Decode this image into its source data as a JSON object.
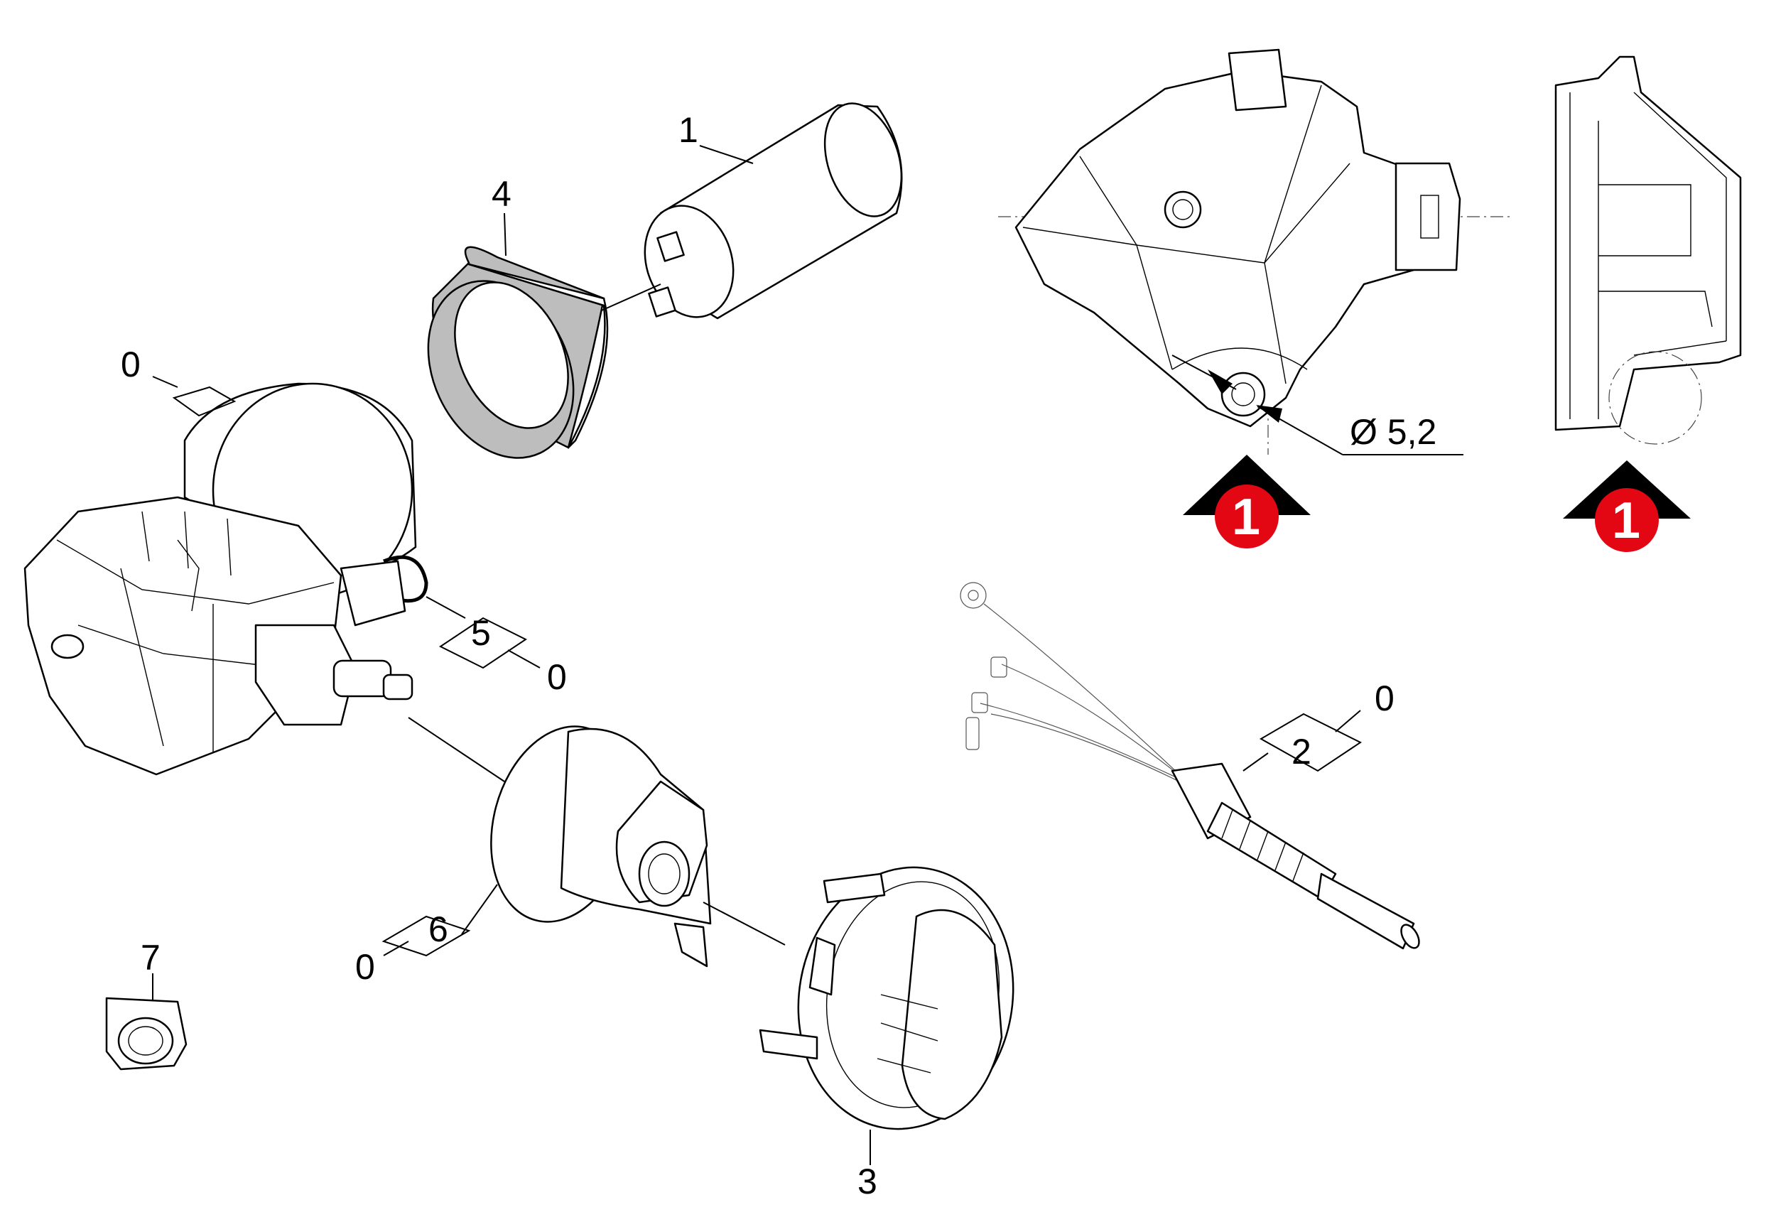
{
  "callouts": {
    "p1": "1",
    "p4": "4",
    "p0_motor": "0",
    "p5": "5",
    "p0_ring": "0",
    "p6": "6",
    "p0_valve": "0",
    "p7": "7",
    "p3": "3",
    "p2": "2",
    "p0_cable": "0"
  },
  "dimension": {
    "diameter_label": "Ø 5,2"
  },
  "detail_markers": [
    {
      "label": "1",
      "color": "#e30613"
    },
    {
      "label": "1",
      "color": "#e30613"
    }
  ]
}
